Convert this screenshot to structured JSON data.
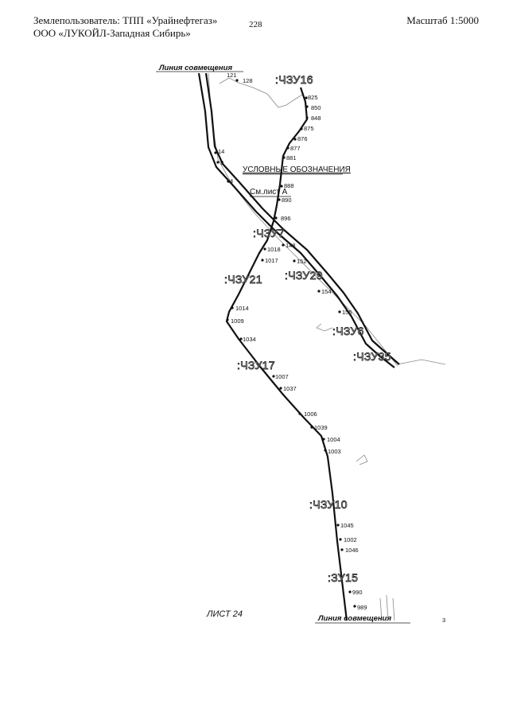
{
  "header": {
    "owner_line1": "Землепользователь: ТПП «Урайнефтегаз»",
    "owner_line2": "ООО «ЛУКОЙЛ-Западная Сибирь»",
    "page_number": "228",
    "scale": "Масштаб 1:5000"
  },
  "map": {
    "match_line_top": "Линия совмещения",
    "match_line_bottom": "Линия совмещения",
    "legend_title": "УСЛОВНЫЕ ОБОЗНАЧЕНИЯ",
    "legend_ref": "См.лист А",
    "sheet_label": "ЛИСТ 24",
    "plots": [
      ":ЧЗУ16",
      ":ЧЗУ7",
      ":ЧЗУ29",
      ":ЧЗУ21",
      ":ЧЗУ6",
      ":ЧЗУ35",
      ":ЧЗУ17",
      ":ЧЗУ10",
      ":ЗУ15"
    ],
    "points": [
      "121",
      "128",
      "825",
      "850",
      "848",
      "875",
      "876",
      "877",
      "881",
      "14",
      "9",
      "4",
      "888",
      "890",
      "896",
      "148",
      "1018",
      "1017",
      "152",
      "154",
      "155",
      "1014",
      "1009",
      "1034",
      "1007",
      "1037",
      "1006",
      "1039",
      "1004",
      "1003",
      "1045",
      "1002",
      "1046",
      "990",
      "989"
    ],
    "corner_mark": "3"
  }
}
